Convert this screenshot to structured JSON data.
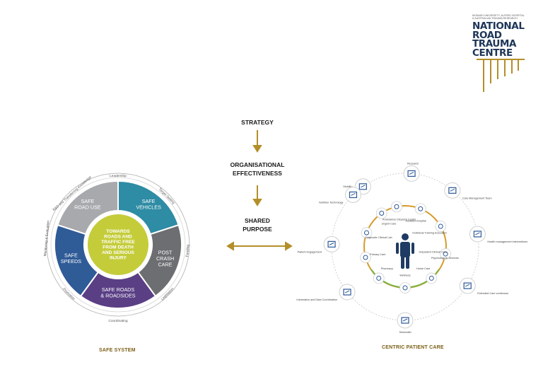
{
  "logo": {
    "small_lines": [
      "MONASH UNIVERSITY, ALFRED HOSPITAL",
      "& AUSTRALIAN TRAUMA RESEARCH"
    ],
    "title_lines": [
      "NATIONAL",
      "ROAD",
      "TRAUMA",
      "CENTRE"
    ]
  },
  "middle": {
    "strategy": "STRATEGY",
    "org_line1": "ORGANISATIONAL",
    "org_line2": "EFFECTIVENESS",
    "shared_line1": "SHARED",
    "shared_line2": "PURPOSE"
  },
  "safe_system": {
    "caption": "SAFE SYSTEM",
    "center_lines": [
      "TOWARDS",
      "ROADS AND",
      "TRAFFIC FREE",
      "FROM DEATH",
      "AND SERIOUS",
      "INJURY"
    ],
    "segments": [
      {
        "lines": [
          "SAFE",
          "ROAD USE"
        ],
        "color": "#a7a9ac"
      },
      {
        "lines": [
          "SAFE",
          "VEHICLES"
        ],
        "color": "#2e8ca4"
      },
      {
        "lines": [
          "POST",
          "CRASH",
          "CARE"
        ],
        "color": "#6d6e71"
      },
      {
        "lines": [
          "SAFE ROADS",
          "& ROADSIDES"
        ],
        "color": "#5a3f85"
      },
      {
        "lines": [
          "SAFE",
          "SPEEDS"
        ],
        "color": "#2f5b97"
      }
    ],
    "ring": {
      "leadership_top": "Leadership",
      "road_knowledge": "R&D and Transferring Knowledge",
      "target_setting": "Target Setting",
      "monitoring": "Monitoring & Evaluation",
      "funding": "Funding",
      "promotion": "Promotion",
      "legislation": "Legislation",
      "coordinating": "Coordinating"
    },
    "center_color": "#c4cc3a"
  },
  "patient_care": {
    "caption": "CENTRIC PATIENT CARE",
    "outer": [
      {
        "label": "Mobility",
        "icon": "chart-icon"
      },
      {
        "label": "Research",
        "icon": "monitor-chart-icon"
      },
      {
        "label": "Care Management Team",
        "icon": "people-icon"
      },
      {
        "label": "Health management interventions",
        "icon": "grid-icon"
      },
      {
        "label": "Extended Care continuum",
        "icon": "cycle-icon"
      },
      {
        "label": "Telehealth",
        "icon": "screen-icon"
      },
      {
        "label": "Informatics and Data Coordination",
        "icon": "bar-chart-icon"
      },
      {
        "label": "Patient Engagement",
        "icon": "patient-icon"
      },
      {
        "label": "Nutrition Technology",
        "icon": "doc-icon"
      }
    ],
    "inner": [
      {
        "label": "Ambulance Dispatch Centre",
        "icon": "pulse-icon"
      },
      {
        "label": "Assisted Hospital",
        "icon": "ambulance-icon"
      },
      {
        "label": "Individual Training Education",
        "icon": "bed-icon"
      },
      {
        "label": "Outpatient Clinical Care",
        "icon": "wheelchair-icon"
      },
      {
        "label": "Home Care",
        "icon": "home-icon"
      },
      {
        "label": "Wellness",
        "icon": "heart-icon"
      },
      {
        "label": "Pharmacy",
        "icon": "pill-icon"
      },
      {
        "label": "Primary Care",
        "icon": "stethoscope-icon"
      },
      {
        "label": "Diagnostic Clinical Lab",
        "icon": "lab-icon"
      },
      {
        "label": "Urgent Care",
        "icon": "urgent-icon"
      }
    ],
    "inner_texts": [
      "Psychological Services"
    ]
  }
}
